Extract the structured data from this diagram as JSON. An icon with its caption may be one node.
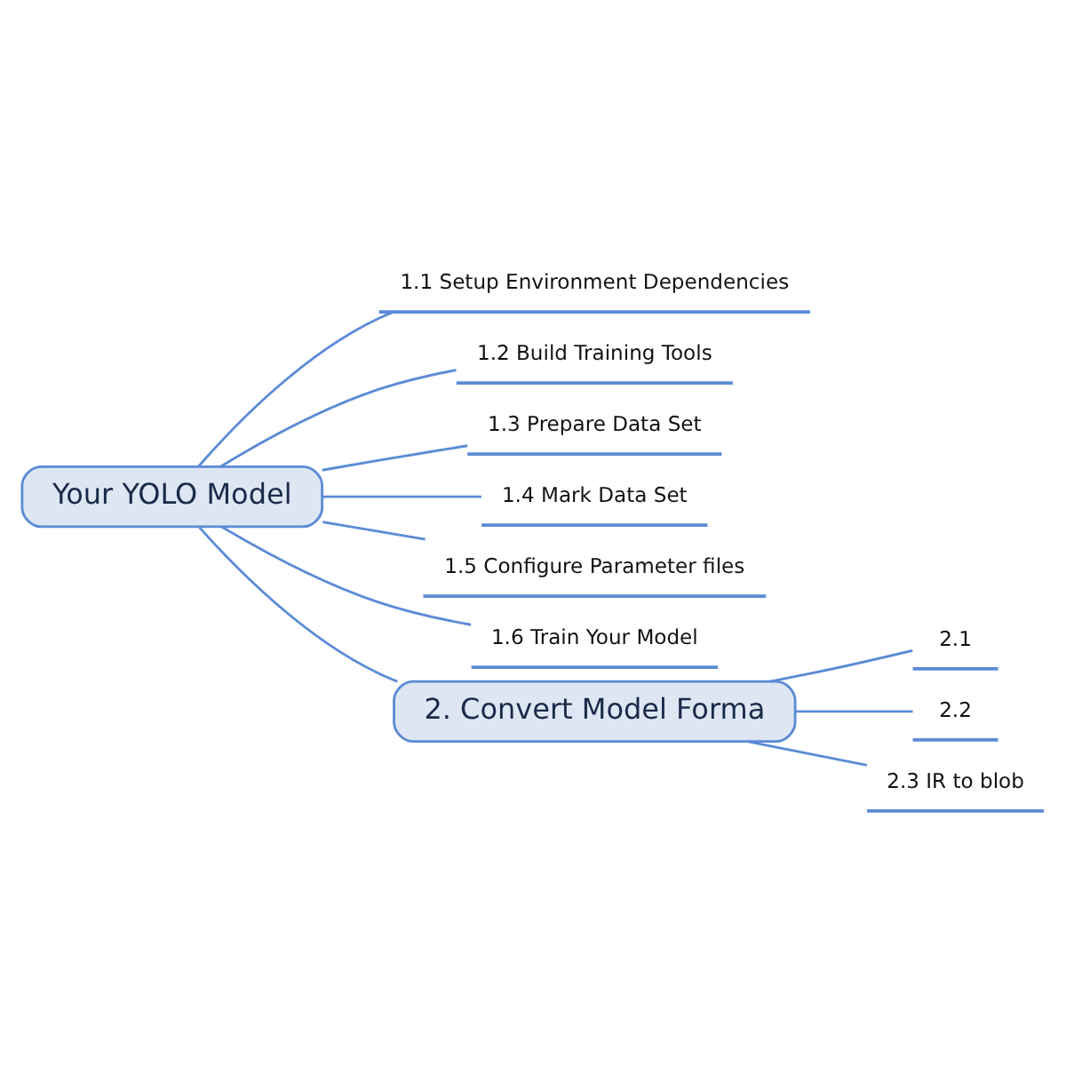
{
  "diagram": {
    "nodes": [
      {
        "text": [
          "Your YOLO Model"
        ]
      },
      {
        "text": [
          "1.1 Setup Environment Dependencies"
        ]
      },
      {
        "text": [
          "1.2 Build Training Tools"
        ]
      },
      {
        "text": [
          "1.3 Prepare Data Set"
        ]
      },
      {
        "text": [
          "1.4 Mark Data Set"
        ]
      },
      {
        "text": [
          "1.5 Configure Parameter files"
        ]
      },
      {
        "text": [
          "1.6 Train Your Model"
        ]
      },
      {
        "text": [
          "2. Convert Model Forma"
        ]
      },
      {
        "text": [
          "2.1"
        ]
      },
      {
        "text": [
          "2.2"
        ]
      },
      {
        "text": [
          "2.3 IR to blob"
        ]
      }
    ],
    "edges": [
      {
        "from": 0,
        "to": 1,
        "arrow": "none"
      },
      {
        "from": 0,
        "to": 2,
        "arrow": "none"
      },
      {
        "from": 0,
        "to": 3,
        "arrow": "none"
      },
      {
        "from": 0,
        "to": 4,
        "arrow": "none"
      },
      {
        "from": 0,
        "to": 5,
        "arrow": "none"
      },
      {
        "from": 0,
        "to": 6,
        "arrow": "none"
      },
      {
        "from": 0,
        "to": 7,
        "arrow": "none"
      },
      {
        "from": 7,
        "to": 8,
        "arrow": "none"
      },
      {
        "from": 7,
        "to": 9,
        "arrow": "none"
      },
      {
        "from": 7,
        "to": 10,
        "arrow": "none"
      }
    ]
  }
}
